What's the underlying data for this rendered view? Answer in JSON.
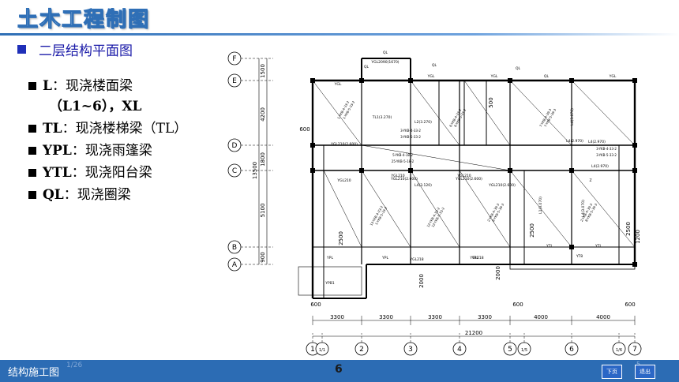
{
  "header": {
    "title": "土木工程制图",
    "subtitle": "二层结构平面图"
  },
  "bullets": [
    {
      "code": "L",
      "text": "：现浇楼面梁",
      "cont": "（L1~6），XL"
    },
    {
      "code": "TL",
      "text": "：现浇楼梯梁（TL）",
      "cont": ""
    },
    {
      "code": "YPL",
      "text": "：现浇雨篷梁",
      "cont": ""
    },
    {
      "code": "YTL",
      "text": "：现浇阳台梁",
      "cont": ""
    },
    {
      "code": "QL",
      "text": "：现浇圈梁",
      "cont": ""
    }
  ],
  "plan": {
    "col_axes": [
      "1",
      "1/1",
      "2",
      "3",
      "4",
      "5",
      "1/5",
      "6",
      "1/6",
      "7"
    ],
    "row_axes": [
      "F",
      "E",
      "D",
      "C",
      "B",
      "A"
    ],
    "bay_dims": [
      "3300",
      "3300",
      "3300",
      "3300",
      "4000",
      "4000"
    ],
    "total_dim": "21200",
    "overhang_dims": [
      "600",
      "600",
      "600"
    ],
    "left_dims": [
      "1500",
      "4200",
      "1800",
      "5100",
      "900"
    ],
    "left_total": "13500",
    "left_600": "600",
    "mid_dims": [
      "2500",
      "2500",
      "2500",
      "2000",
      "2000",
      "1200",
      "500"
    ],
    "beam_labels": [
      "QL",
      "YGL",
      "YGL",
      "YGL",
      "QL",
      "YGL",
      "L4(2.970)",
      "L4(2.970)",
      "YGL210",
      "YGL210",
      "YGL210",
      "L4(3.120)",
      "YPL",
      "YPL",
      "YPL",
      "YGL218",
      "YGL218",
      "YTL",
      "YTL",
      "YT8",
      "YPB1",
      "QL",
      "QL",
      "QL",
      "TL1(3.270)",
      "L2(3.270)",
      "L4(3.070)",
      "L4(3.070)",
      "L1(3.070)",
      "YGL2090(1670)",
      "YGL210(2.600)",
      "YGL210(2.600)",
      "YGL210(2.600)",
      "YGL210(2.600)",
      "L4(2.970)",
      "Z"
    ],
    "slab_labels": [
      "1-YKB-4-33-2",
      "1-YKB-5-33-2",
      "6-YKB-4-33-2",
      "6-YKB-5-33-2",
      "7-YKB-4-39-3",
      "7-YKB-5-39-3",
      "5-YKB-4-18-2",
      "25-YKB-5-18-2",
      "3-YKB-4-33-2",
      "3-YKB-5-33-2",
      "13-YKB-4-33-2",
      "1-YKB-5-33-2",
      "12-YKB-4-33-2",
      "12-YKB-5-33-2",
      "2-YKB-4-39-3",
      "8-YKB-5-39-3",
      "2-YKB-4-39-3",
      "8-YKB-5-39-3",
      "3-YKB-4-33-2",
      "3-YKB-5-33-2"
    ]
  },
  "footer": {
    "left": "结构施工图",
    "ghost_counter": "1/26",
    "page": "6",
    "ghost_right": "5",
    "next": "下页",
    "exit": "退出"
  },
  "colors": {
    "accent": "#2c6cb4",
    "title_blue": "#2f6fb6",
    "subtitle_blue": "#1a1aa8"
  }
}
